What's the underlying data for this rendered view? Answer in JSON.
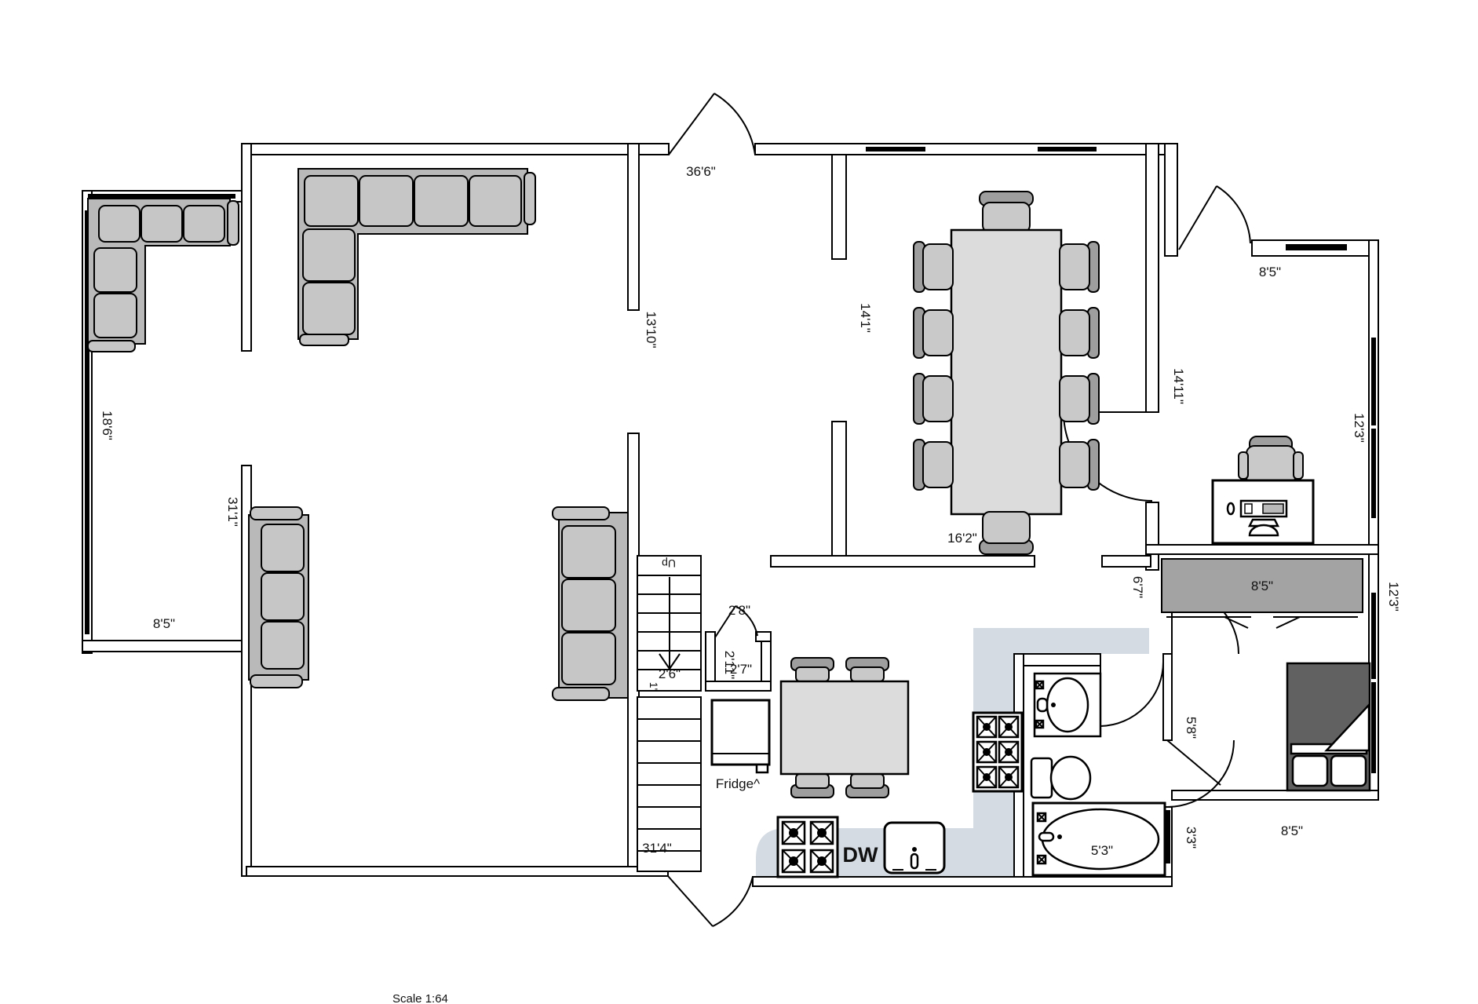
{
  "labels": {
    "top_width": {
      "text": "36'6\""
    },
    "entry_left": {
      "text": "13'10\""
    },
    "entry_right": {
      "text": "14'1\""
    },
    "dining_right": {
      "text": "14'11\""
    },
    "office_top": {
      "text": "8'5\""
    },
    "office_window": {
      "text": "12'3\""
    },
    "bay_side": {
      "text": "18'6\""
    },
    "living_left": {
      "text": "31'1\""
    },
    "bay_bottom": {
      "text": "8'5\""
    },
    "dining_width": {
      "text": "16'2\""
    },
    "hall_opening": {
      "text": "6'7\""
    },
    "closet_width": {
      "text": "8'5\""
    },
    "pantry_door": {
      "text": "2'8\""
    },
    "pantry_w1": {
      "text": "2'11\""
    },
    "pantry_w2": {
      "text": "2'7\""
    },
    "stair_width": {
      "text": "2'6\""
    },
    "stair_small": {
      "text": "1'"
    },
    "stairs_up": {
      "text": "Up"
    },
    "fridge": {
      "text": "Fridge^"
    },
    "living_bottom": {
      "text": "31'4\""
    },
    "dishwasher": {
      "text": "DW"
    },
    "tub": {
      "text": "5'3\""
    },
    "bedroom_door": {
      "text": "5'8\""
    },
    "bath_window": {
      "text": "3'3\""
    },
    "bedroom_window": {
      "text": "12'3\""
    },
    "bedroom_bottom": {
      "text": "8'5\""
    },
    "scale": {
      "text": "Scale 1:64"
    }
  }
}
